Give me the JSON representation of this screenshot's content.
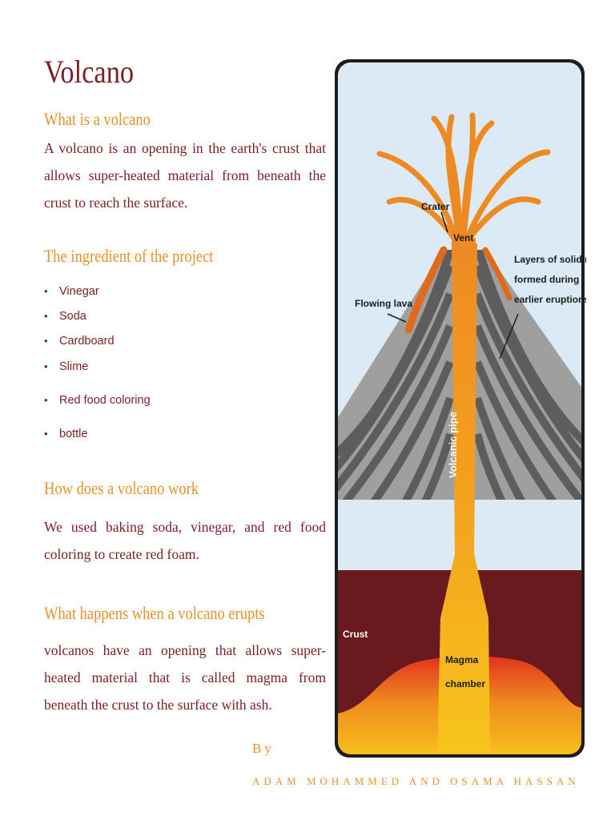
{
  "page": {
    "title": "Volcano"
  },
  "sections": [
    {
      "heading": "What is a volcano",
      "body": "A volcano is an opening in the earth's crust that allows super-heated material from beneath the crust to reach the surface."
    },
    {
      "heading": "The ingredient of the project",
      "items": [
        "Vinegar",
        "Soda",
        "Cardboard",
        "Slime",
        "Red food coloring",
        "bottle"
      ]
    },
    {
      "heading": "How does a volcano work",
      "body": "We used baking soda, vinegar, and red food coloring to create red foam."
    },
    {
      "heading": "What happens when a volcano erupts",
      "body": "volcanos have an opening that allows super-heated material that is called magma from beneath the crust to the surface with ash."
    }
  ],
  "credits": {
    "by": "By",
    "authors": "ADAM MOHAMMED AND OSAMA HASSAN"
  },
  "diagram": {
    "labels": {
      "crater": "Crater",
      "vent": "Vent",
      "layers_line1": "Layers of solid rock",
      "layers_line2": "formed during",
      "layers_line3": "earlier eruptions",
      "flowing_lava": "Flowing lava",
      "volcanic_pipe": "Volcanic pipe",
      "crust": "Crust",
      "magma_line1": "Magma",
      "magma_line2": "chamber"
    },
    "colors": {
      "sky": "#dbeaf4",
      "rock_dark": "#646464",
      "rock_light": "#a3a3a3",
      "crust": "#6a1a1f",
      "lava_orange": "#ee8a22",
      "magma_yellow": "#f7c51c",
      "magma_red": "#e0331e"
    }
  }
}
